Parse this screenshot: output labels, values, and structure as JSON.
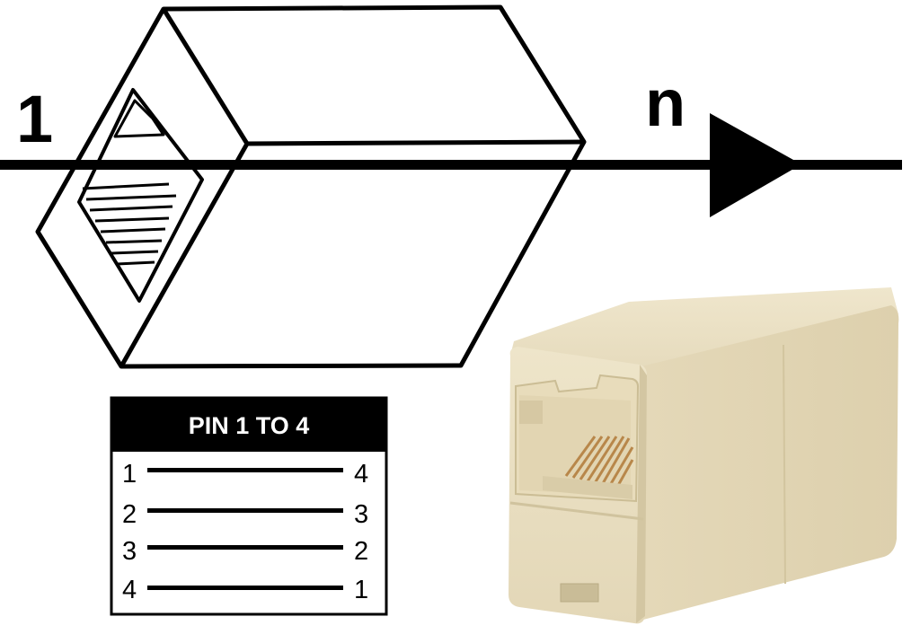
{
  "diagram": {
    "start_label": "1",
    "end_label": "n"
  },
  "pinout": {
    "title": "PIN 1 TO 4",
    "rows": [
      {
        "left": "1",
        "right": "4"
      },
      {
        "left": "2",
        "right": "3"
      },
      {
        "left": "3",
        "right": "2"
      },
      {
        "left": "4",
        "right": "1"
      }
    ]
  },
  "colors": {
    "line": "#000000",
    "coupler_body": "#ece2c6",
    "coupler_shadow": "#d8ccab",
    "contacts": "#b8874a"
  }
}
